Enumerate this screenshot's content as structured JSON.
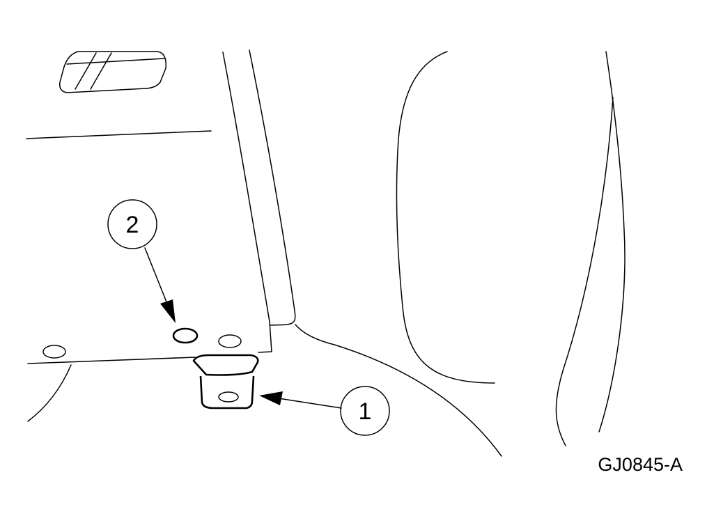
{
  "callouts": [
    {
      "label": "1"
    },
    {
      "label": "2"
    }
  ],
  "figure_id": "GJ0845-A",
  "colors": {
    "line": "#000000",
    "background": "#ffffff"
  }
}
